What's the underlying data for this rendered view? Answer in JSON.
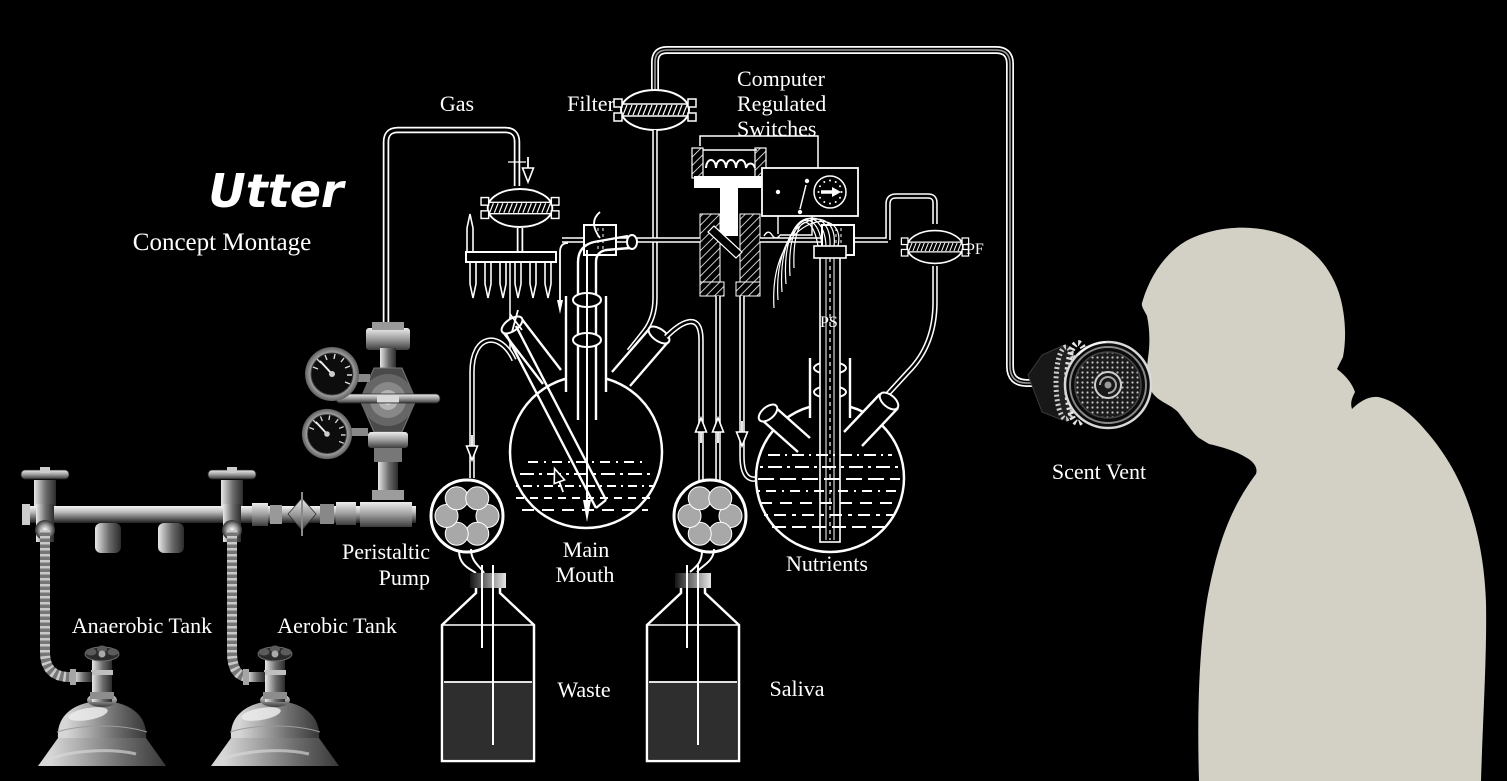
{
  "title": {
    "main": "Utter",
    "subtitle": "Concept Montage"
  },
  "labels": {
    "gas": "Gas",
    "filter": "Filter",
    "switches_line1": "Computer",
    "switches_line2": "Regulated",
    "switches_line3": "Switches",
    "pf": "PF",
    "ps": "PS",
    "pump_line1": "Peristaltic",
    "pump_line2": "Pump",
    "anaerobic": "Anaerobic Tank",
    "aerobic": "Aerobic Tank",
    "mouth_line1": "Main",
    "mouth_line2": "Mouth",
    "waste": "Waste",
    "saliva": "Saliva",
    "nutrients": "Nutrients",
    "scent_vent": "Scent Vent"
  },
  "colors": {
    "background": "#000000",
    "line_art": "#ffffff",
    "silhouette": "#d3d0c5",
    "liquid_dark": "#2e2e2e",
    "roller_gray": "#a8a8a8",
    "metal_light": "#ededed",
    "metal_dark": "#2c2c2c"
  }
}
